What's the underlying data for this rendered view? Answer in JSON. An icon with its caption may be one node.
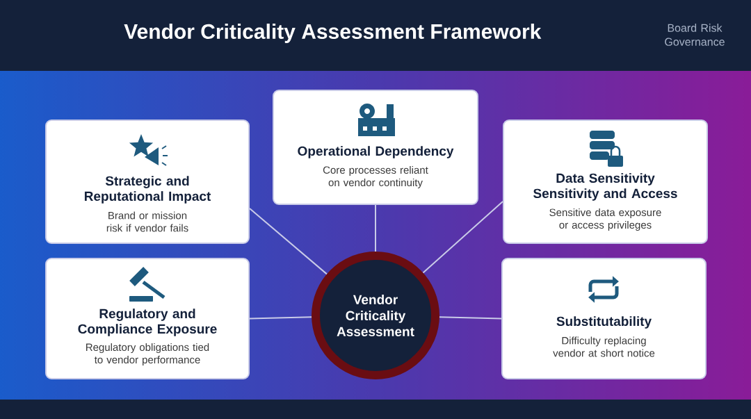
{
  "diagram": {
    "title": "Vendor Criticality Assessment Framework",
    "nodes": [
      {
        "text": [
          "Operational Dependency",
          "Core processes reliant on vendor continuity"
        ]
      },
      {
        "text": [
          "Strategic and Reputational Impact",
          "Brand or mission risk if vendor fails"
        ]
      },
      {
        "text": [
          "Data Sensitivity Sensitivity and Access",
          "Sensitive data exposure or access privileges"
        ]
      },
      {
        "text": [
          "Regulatory and Compliance Exposure",
          "Regulatory obligations tied to vendor performance"
        ]
      },
      {
        "text": [
          "Vendor Criticality Assessment"
        ]
      },
      {
        "text": [
          "Substitutability",
          "Difficulty replacing vendor at short notice"
        ]
      }
    ],
    "edges": [
      {
        "from": 4,
        "to": 0,
        "arrow": "none"
      },
      {
        "from": 4,
        "to": 1,
        "arrow": "none"
      },
      {
        "from": 4,
        "to": 2,
        "arrow": "none"
      },
      {
        "from": 4,
        "to": 3,
        "arrow": "none"
      },
      {
        "from": 4,
        "to": 5,
        "arrow": "none"
      }
    ],
    "labels": [
      "Board Risk Governance"
    ]
  }
}
